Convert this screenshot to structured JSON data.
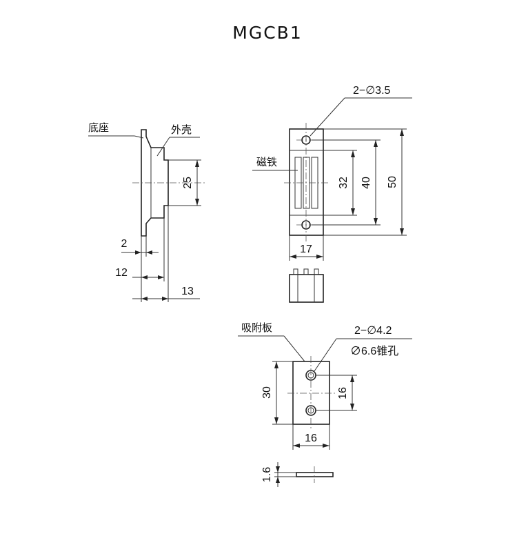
{
  "title": "MGCB1",
  "labels": {
    "base": "底座",
    "shell": "外壳",
    "magnet": "磁铁",
    "plate": "吸附板"
  },
  "annotations": {
    "hole_spec": "2−∅3.5",
    "plate_hole_spec": "2−∅4.2",
    "countersink_spec": "∅6.6锥孔"
  },
  "dimensions": {
    "side_height": "25",
    "flange_thickness": "2",
    "shell_depth": "12",
    "overall_depth": "13",
    "magnet_length": "32",
    "hole_pitch": "40",
    "body_length": "50",
    "body_width": "17",
    "plate_length": "30",
    "plate_hole_pitch": "16",
    "plate_width": "16",
    "plate_thickness": "1.6"
  }
}
